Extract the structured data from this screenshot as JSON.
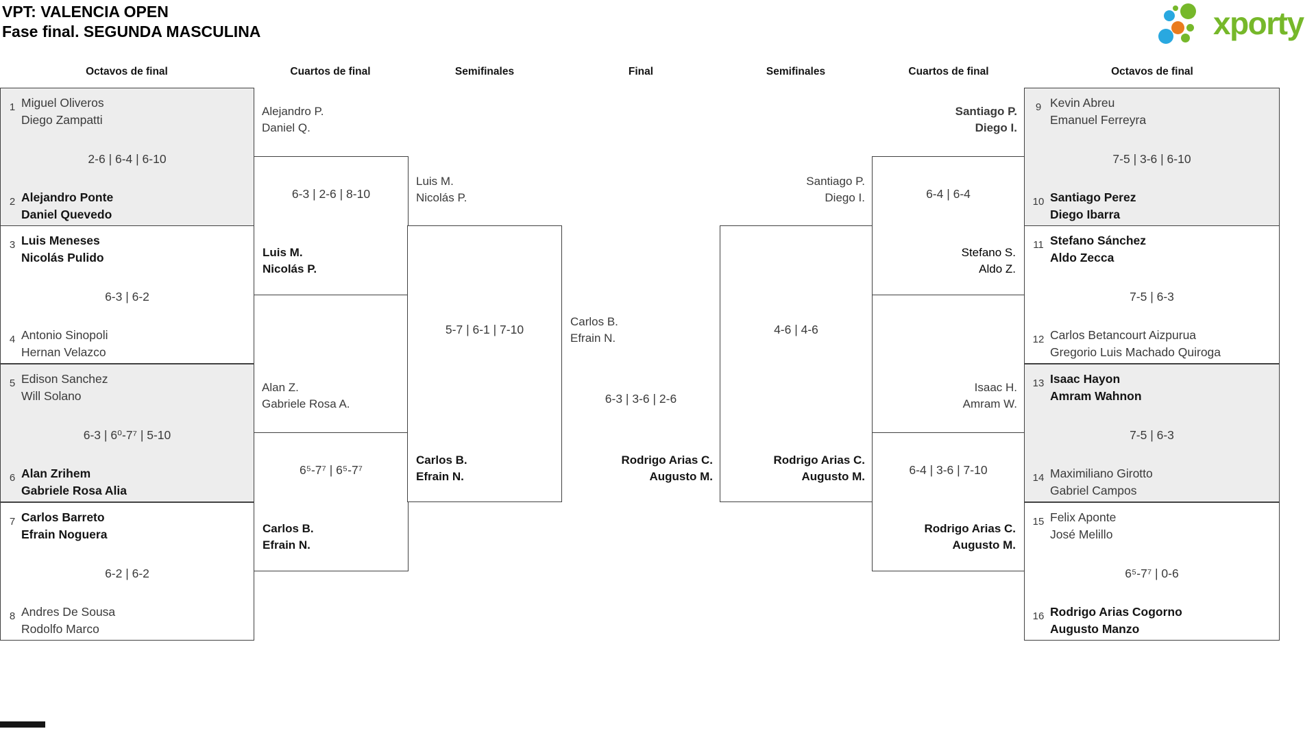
{
  "header": {
    "title_line1": "VPT: VALENCIA OPEN",
    "title_line2": "Fase final. SEGUNDA MASCULINA"
  },
  "logo": {
    "brand": "xporty"
  },
  "colors": {
    "brand_green": "#76b82a",
    "brand_blue": "#29a8e0",
    "brand_orange": "#ea7c1e",
    "box_gray": "#ededed",
    "line": "#404040"
  },
  "round_headers": [
    "Octavos de final",
    "Cuartos de final",
    "Semifinales",
    "Final",
    "Semifinales",
    "Cuartos de final",
    "Octavos de final"
  ],
  "r16_left": [
    {
      "seed_a": "1",
      "a1": "Miguel Oliveros",
      "a2": "Diego Zampatti",
      "score": "2-6 | 6-4 | 6-10",
      "seed_b": "2",
      "b1": "Alejandro Ponte",
      "b2": "Daniel Quevedo"
    },
    {
      "seed_a": "3",
      "a1": "Luis Meneses",
      "a2": "Nicolás Pulido",
      "score": "6-3 | 6-2",
      "seed_b": "4",
      "b1": "Antonio Sinopoli",
      "b2": "Hernan Velazco"
    },
    {
      "seed_a": "5",
      "a1": "Edison Sanchez",
      "a2": "Will Solano",
      "score": "6-3 | 6⁰-7⁷ | 5-10",
      "seed_b": "6",
      "b1": "Alan Zrihem",
      "b2": "Gabriele Rosa Alia"
    },
    {
      "seed_a": "7",
      "a1": "Carlos Barreto",
      "a2": "Efrain Noguera",
      "score": "6-2 | 6-2",
      "seed_b": "8",
      "b1": "Andres De Sousa",
      "b2": "Rodolfo Marco"
    }
  ],
  "qf_left": [
    {
      "t1": "Alejandro P.",
      "t2": "Daniel Q.",
      "score": "6-3 | 2-6 | 8-10",
      "w1": "Luis M.",
      "w2": "Nicolás P."
    },
    {
      "t1": "Alan Z.",
      "t2": "Gabriele Rosa A.",
      "score": "6⁵-7⁷ | 6⁵-7⁷",
      "w1": "Carlos B.",
      "w2": "Efrain N."
    }
  ],
  "sf_left": {
    "t1": "Luis M.",
    "t2": "Nicolás P.",
    "score": "5-7 | 6-1 | 7-10",
    "w1": "Carlos B.",
    "w2": "Efrain N."
  },
  "final": {
    "t1": "Carlos B.",
    "t2": "Efrain N.",
    "score": "6-3 | 3-6 | 2-6",
    "w1": "Rodrigo Arias C.",
    "w2": "Augusto M."
  },
  "sf_right": {
    "t1": "Santiago P.",
    "t2": "Diego I.",
    "score": "4-6 | 4-6",
    "w1": "Rodrigo Arias C.",
    "w2": "Augusto M."
  },
  "qf_right": [
    {
      "w1": "Santiago P.",
      "w2": "Diego I.",
      "score": "6-4 | 6-4",
      "t1": "Stefano S.",
      "t2": "Aldo Z."
    },
    {
      "t1": "Isaac H.",
      "t2": "Amram W.",
      "score": "6-4 | 3-6 | 7-10",
      "w1": "Rodrigo Arias C.",
      "w2": "Augusto M."
    }
  ],
  "r16_right": [
    {
      "seed_a": "9",
      "a1": "Kevin Abreu",
      "a2": "Emanuel Ferreyra",
      "score": "7-5 | 3-6 | 6-10",
      "seed_b": "10",
      "b1": "Santiago Perez",
      "b2": "Diego Ibarra"
    },
    {
      "seed_a": "11",
      "a1": "Stefano Sánchez",
      "a2": "Aldo Zecca",
      "score": "7-5 | 6-3",
      "seed_b": "12",
      "b1": "Carlos Betancourt Aizpurua",
      "b2": "Gregorio Luis Machado Quiroga"
    },
    {
      "seed_a": "13",
      "a1": "Isaac Hayon",
      "a2": "Amram Wahnon",
      "score": "7-5 | 6-3",
      "seed_b": "14",
      "b1": "Maximiliano Girotto",
      "b2": "Gabriel Campos"
    },
    {
      "seed_a": "15",
      "a1": "Felix Aponte",
      "a2": "José Melillo",
      "score": "6⁵-7⁷ | 0-6",
      "seed_b": "16",
      "b1": "Rodrigo Arias Cogorno",
      "b2": "Augusto Manzo"
    }
  ]
}
